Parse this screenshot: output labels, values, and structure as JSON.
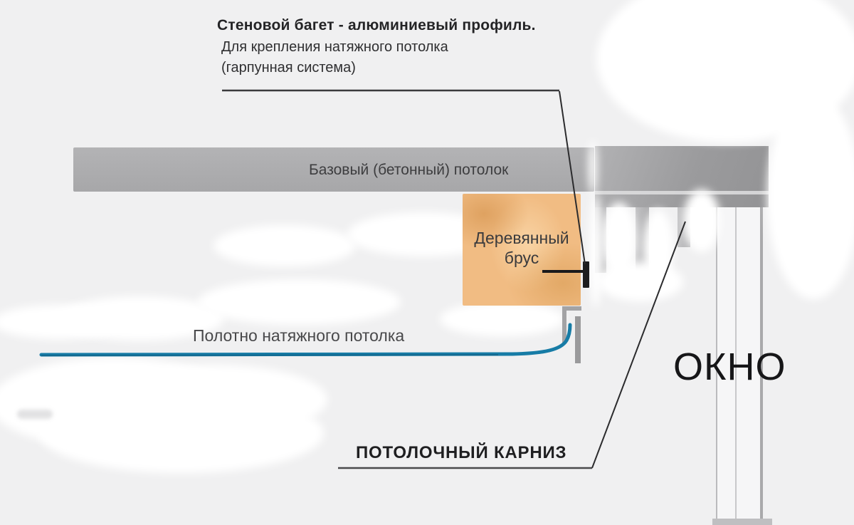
{
  "labels": {
    "title_bold": "Стеновой багет - алюминиевый профиль.",
    "title_line2": "Для крепления натяжного потолка",
    "title_line3": "(гарпунная система)",
    "base_ceiling": "Базовый (бетонный) потолок",
    "wooden_beam": "Деревянный брус",
    "canvas": "Полотно натяжного потолка",
    "cornice": "ПОТОЛОЧНЫЙ КАРНИЗ",
    "window": "ОКНО"
  },
  "colors": {
    "bg": "#f0f0f1",
    "ceiling_gray": "#adadaf",
    "beam": "#f1bc83",
    "canvas_blue": "#177ca6",
    "line_dark": "#2b2b2d"
  }
}
